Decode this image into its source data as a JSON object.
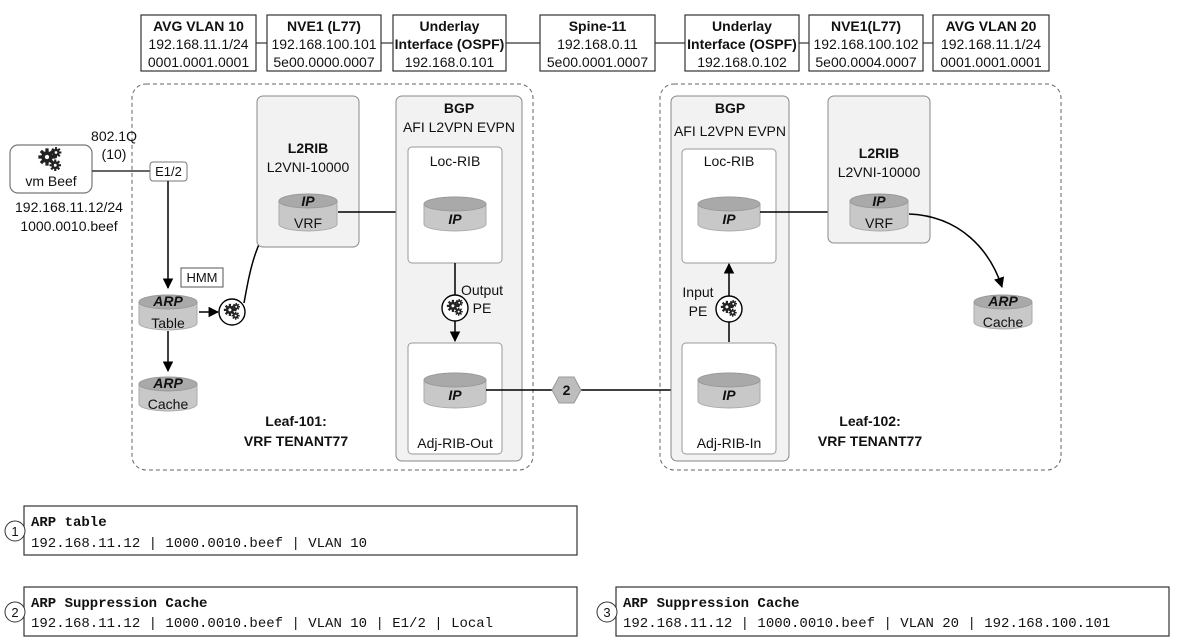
{
  "header_boxes": [
    {
      "title": "AVG VLAN 10",
      "line1": "192.168.11.1/24",
      "line2": "0001.0001.0001"
    },
    {
      "title": "NVE1 (L77)",
      "line1": "192.168.100.101",
      "line2": "5e00.0000.0007"
    },
    {
      "title": "Underlay",
      "line1": "Interface (OSPF)",
      "line2": "192.168.0.101"
    },
    {
      "title": "Spine-11",
      "line1": "192.168.0.11",
      "line2": "5e00.0001.0007"
    },
    {
      "title": "Underlay",
      "line1": "Interface (OSPF)",
      "line2": "192.168.0.102"
    },
    {
      "title": "NVE1(L77)",
      "line1": "192.168.100.102",
      "line2": "5e00.0004.0007"
    },
    {
      "title": "AVG VLAN 20",
      "line1": "192.168.11.1/24",
      "line2": "0001.0001.0001"
    }
  ],
  "vm": {
    "name": "vm Beef",
    "encap_line1": "802.1Q",
    "encap_line2": "(10)",
    "port": "E1/2",
    "ip": "192.168.11.12/24",
    "mac": "1000.0010.beef"
  },
  "leaf101": {
    "label_line1": "Leaf-101:",
    "label_line2": "VRF TENANT77",
    "hmm": "HMM",
    "arp_table": {
      "top": "ARP",
      "bottom": "Table"
    },
    "arp_cache": {
      "top": "ARP",
      "bottom": "Cache"
    },
    "l2rib": {
      "title": "L2RIB",
      "subtitle": "L2VNI-10000",
      "db_top": "IP",
      "db_bottom": "VRF"
    },
    "bgp": {
      "title": "BGP",
      "subtitle": "AFI L2VPN EVPN",
      "loc_rib": "Loc-RIB",
      "loc_db": "IP",
      "pe_line1": "Output",
      "pe_line2": "PE",
      "adj_rib": "Adj-RIB-Out",
      "adj_db": "IP"
    }
  },
  "leaf102": {
    "label_line1": "Leaf-102:",
    "label_line2": "VRF TENANT77",
    "arp_cache": {
      "top": "ARP",
      "bottom": "Cache"
    },
    "l2rib": {
      "title": "L2RIB",
      "subtitle": "L2VNI-10000",
      "db_top": "IP",
      "db_bottom": "VRF"
    },
    "bgp": {
      "title": "BGP",
      "subtitle": "AFI L2VPN EVPN",
      "loc_rib": "Loc-RIB",
      "loc_db": "IP",
      "pe_line1": "Input",
      "pe_line2": "PE",
      "adj_rib": "Adj-RIB-In",
      "adj_db": "IP"
    }
  },
  "update_marker": "2",
  "colors": {
    "cylinder": "#c8c8c8",
    "cylinder_top": "#a9a9a9",
    "panel": "#f2f2f2",
    "border": "#7a7a7a"
  },
  "tables": [
    {
      "num": "1",
      "title": "ARP table",
      "row": "192.168.11.12 | 1000.0010.beef | VLAN 10"
    },
    {
      "num": "2",
      "title": "ARP Suppression Cache",
      "row": "192.168.11.12 | 1000.0010.beef | VLAN 10 | E1/2 | Local"
    },
    {
      "num": "3",
      "title": "ARP Suppression Cache",
      "row": "192.168.11.12 | 1000.0010.beef | VLAN 20 | 192.168.100.101"
    }
  ]
}
